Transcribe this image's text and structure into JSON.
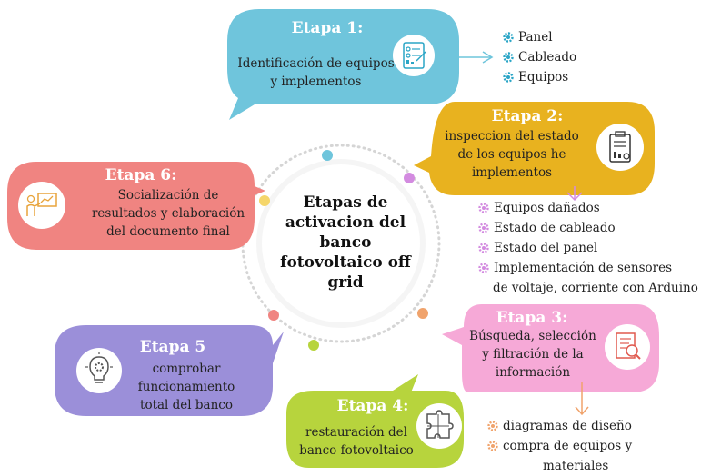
{
  "center": {
    "title": "Etapas de activacion del banco fotovoltaico off grid"
  },
  "stages": [
    {
      "title": "Etapa 1:",
      "text": [
        "Identificación de equipos",
        "y implementos"
      ],
      "color": "#6fc5dc"
    },
    {
      "title": "Etapa 2:",
      "text": [
        "inspeccion del estado",
        "de los equipos he",
        "implementos"
      ],
      "color": "#e8b21f"
    },
    {
      "title": "Etapa 3:",
      "text": [
        "Búsqueda, selección",
        "y filtración de la",
        "información"
      ],
      "color": "#f6a9d7"
    },
    {
      "title": "Etapa 4:",
      "text": [
        "restauración del",
        "banco fotovoltaico"
      ],
      "color": "#b7d43d"
    },
    {
      "title": "Etapa 5",
      "text": [
        "comprobar",
        "funcionamiento",
        "total del banco"
      ],
      "color": "#9b8fd9"
    },
    {
      "title": "Etapa 6:",
      "text": [
        "Socialización de",
        "resultados y elaboración",
        "del documento final"
      ],
      "color": "#f08481"
    }
  ],
  "lists": {
    "stage1": {
      "color": "#2aa5c6",
      "items": [
        "Panel",
        "Cableado",
        "Equipos"
      ]
    },
    "stage2": {
      "color": "#d38be0",
      "items": [
        "Equipos dañados",
        "Estado de cableado",
        "Estado del panel",
        "Implementación de sensores",
        "de voltaje, corriente con Arduino ."
      ]
    },
    "stage3": {
      "color": "#f0a36c",
      "items": [
        "diagramas de diseño",
        "compra de equipos y",
        "materiales"
      ]
    }
  },
  "icons": {
    "stage1": "checklist-icon",
    "stage2": "clipboard-chart-icon",
    "stage3": "document-search-icon",
    "stage4": "puzzle-icon",
    "stage5": "lightbulb-gear-icon",
    "stage6": "presentation-icon"
  }
}
